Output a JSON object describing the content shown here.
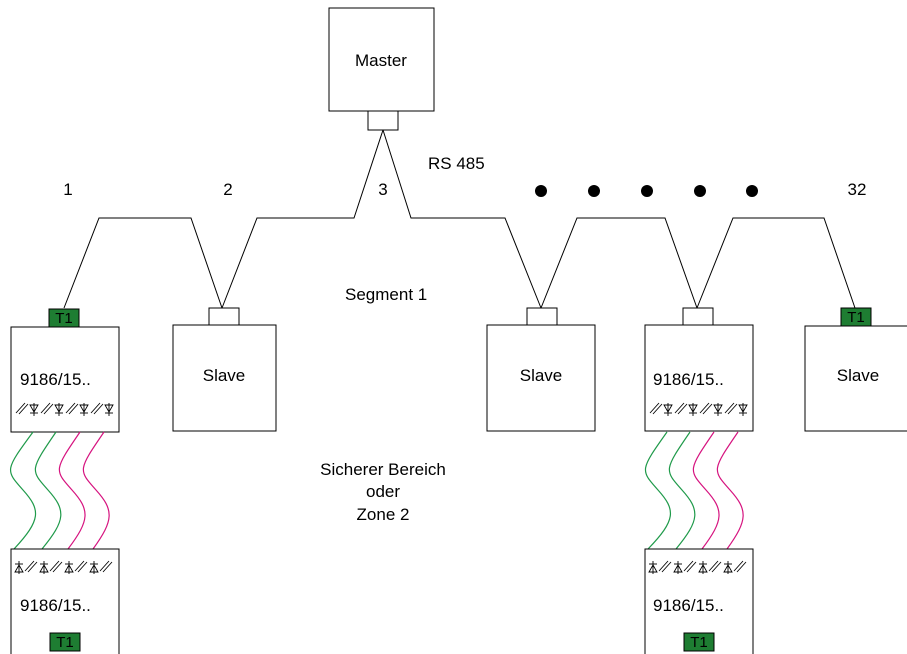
{
  "master": {
    "label": "Master"
  },
  "bus": {
    "label": "RS 485",
    "segment": "Segment 1"
  },
  "node_numbers": [
    "1",
    "2",
    "3",
    "32"
  ],
  "area": {
    "line1": "Sicherer Bereich",
    "line2": "oder",
    "line3": "Zone 2"
  },
  "slave_label": "Slave",
  "device_label": "9186/15..",
  "terminator_label": "T1",
  "colors": {
    "terminator": "#1e7d32",
    "green_wire": "#1f9a4a",
    "magenta_wire": "#d6137f"
  }
}
